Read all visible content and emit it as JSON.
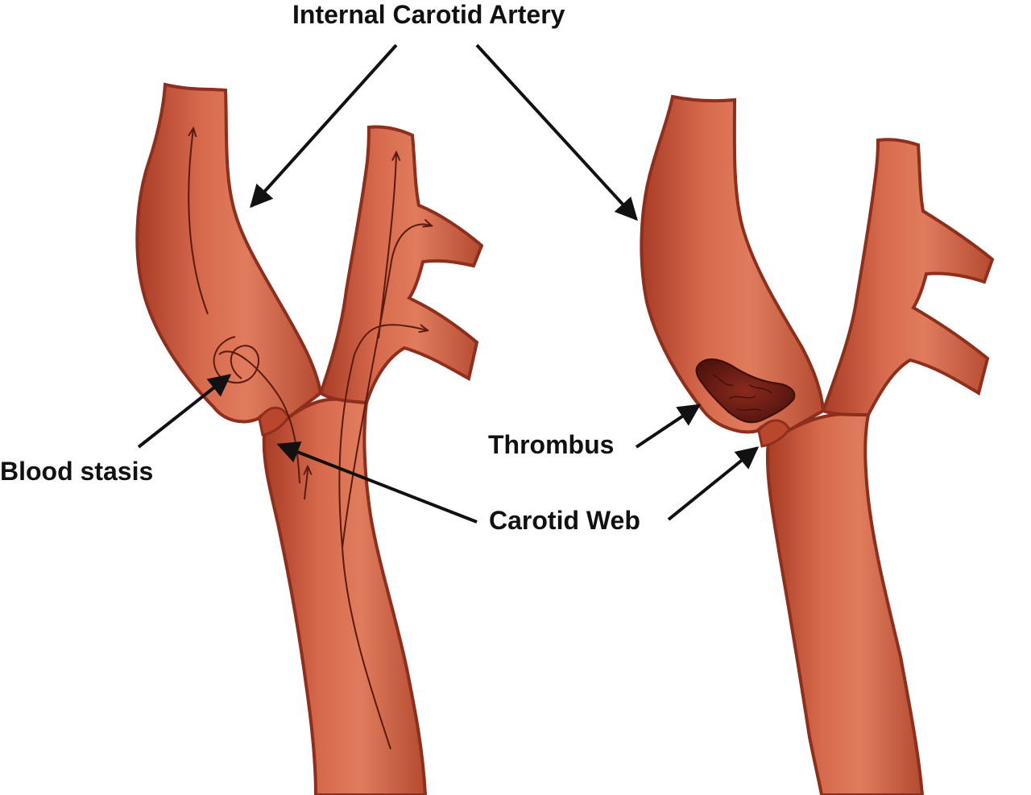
{
  "labels": {
    "internal_carotid_artery": "Internal Carotid Artery",
    "blood_stasis": "Blood stasis",
    "thrombus": "Thrombus",
    "carotid_web": "Carotid Web"
  },
  "colors": {
    "vessel_fill": "#c9553a",
    "vessel_edge": "#8e2e1c",
    "vessel_highlight": "#e58a6a",
    "thrombus": "#6e1d14",
    "flow_lines": "#5a1a10",
    "arrows": "#111111",
    "background": "#ffffff"
  }
}
